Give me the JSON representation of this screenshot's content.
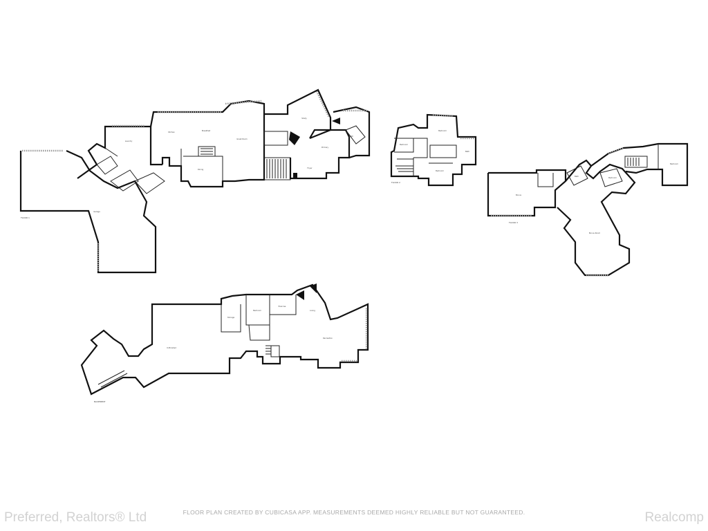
{
  "plan": {
    "disclaimer": "FLOOR PLAN CREATED BY CUBICASA APP. MEASUREMENTS DEEMED HIGHLY RELIABLE BUT NOT GUARANTEED."
  },
  "watermarks": {
    "left": "Preferred, Realtors® Ltd",
    "right": "Realcomp"
  },
  "colors": {
    "wall": "#111111",
    "window": "#9a9a9a",
    "disclaimer": "#a9a9a9",
    "watermark": "#d2d2d2"
  }
}
